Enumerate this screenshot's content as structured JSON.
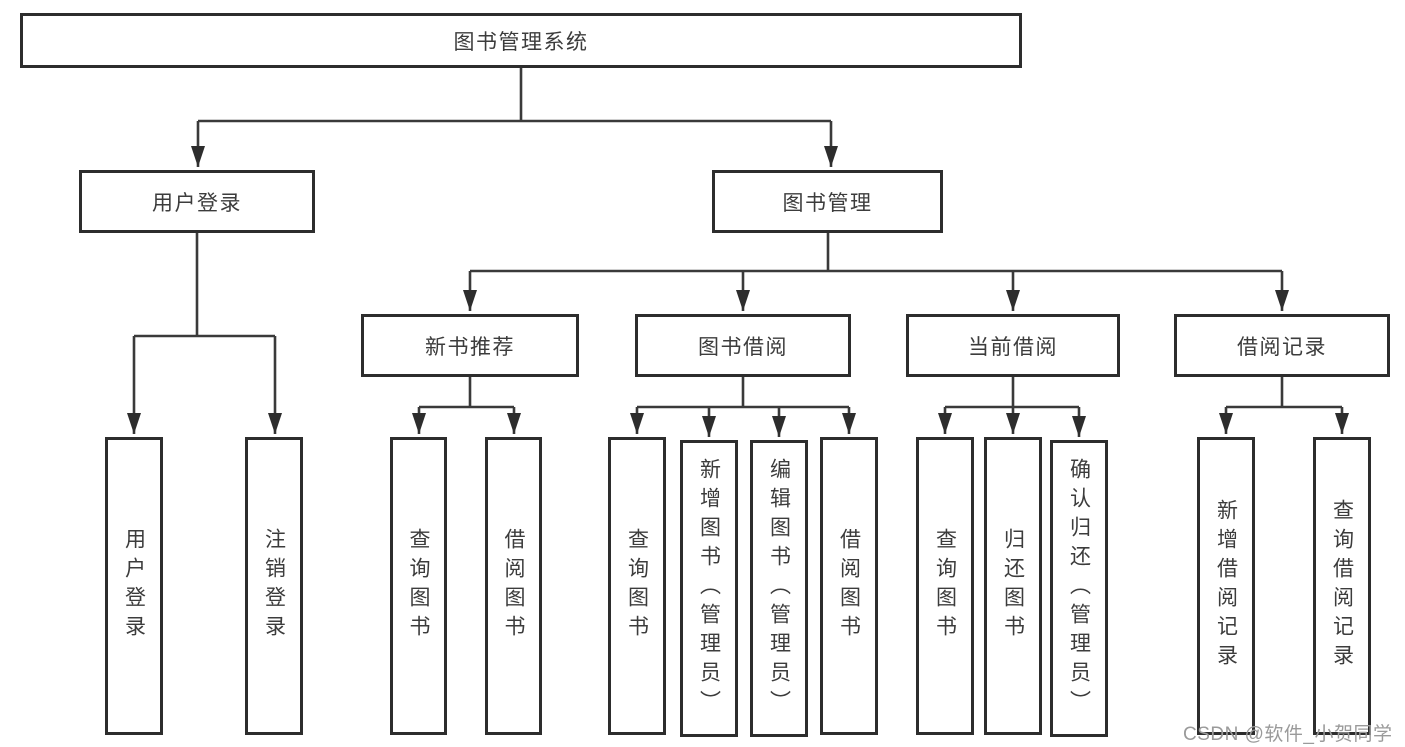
{
  "diagram": {
    "title": "图书管理系统",
    "level2": [
      {
        "id": "user-login",
        "label": "用户登录"
      },
      {
        "id": "book-management",
        "label": "图书管理"
      }
    ],
    "level3": [
      {
        "id": "new-book-recommend",
        "label": "新书推荐"
      },
      {
        "id": "book-borrow",
        "label": "图书借阅"
      },
      {
        "id": "current-borrow",
        "label": "当前借阅"
      },
      {
        "id": "borrow-records",
        "label": "借阅记录"
      }
    ],
    "leaves": [
      {
        "id": "user-login-action",
        "label": "用户登录"
      },
      {
        "id": "logout",
        "label": "注销登录"
      },
      {
        "id": "recommend-query-books",
        "label": "查询图书"
      },
      {
        "id": "recommend-borrow-books",
        "label": "借阅图书"
      },
      {
        "id": "borrow-query-books",
        "label": "查询图书"
      },
      {
        "id": "add-book-admin",
        "label": "新增图书（管理员）"
      },
      {
        "id": "edit-book-admin",
        "label": "编辑图书（管理员）"
      },
      {
        "id": "borrow-books",
        "label": "借阅图书"
      },
      {
        "id": "current-query-books",
        "label": "查询图书"
      },
      {
        "id": "return-book",
        "label": "归还图书"
      },
      {
        "id": "confirm-return-admin",
        "label": "确认归还（管理员）"
      },
      {
        "id": "add-borrow-record",
        "label": "新增借阅记录"
      },
      {
        "id": "query-borrow-record",
        "label": "查询借阅记录"
      }
    ],
    "watermark": "CSDN @软件_小贺同学",
    "colors": {
      "line": "#3a3a3a",
      "border": "#2d2d2d",
      "text": "#3c3c3c",
      "watermark": "#9a9a9a",
      "background": "#ffffff"
    }
  }
}
